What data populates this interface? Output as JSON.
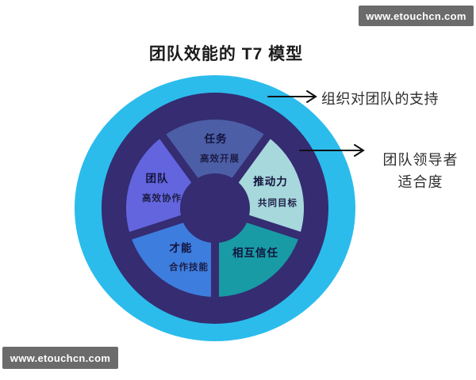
{
  "title": "团队效能的 T7 模型",
  "watermarks": {
    "top_right": "www.etouchcn.com",
    "bottom_left": "www.etouchcn.com"
  },
  "annotations": {
    "outer_ring_support": "组织对团队的支持",
    "leader_fit_line1": "团队领导者",
    "leader_fit_line2": "适合度"
  },
  "model": {
    "outer_ring_color": "#2bbcec",
    "center_color": "#352c72",
    "petals": [
      {
        "name": "task",
        "label": "任务",
        "sublabel": "高效开展",
        "color": "#4c5ea6"
      },
      {
        "name": "drive",
        "label": "推动力",
        "sublabel": "共同目标",
        "color": "#a7d8dc"
      },
      {
        "name": "trust",
        "label": "相互信任",
        "sublabel": "",
        "color": "#189ba5"
      },
      {
        "name": "talent",
        "label": "才能",
        "sublabel": "合作技能",
        "color": "#3d7dde"
      },
      {
        "name": "team",
        "label": "团队",
        "sublabel": "高效协作",
        "color": "#6365de"
      }
    ]
  }
}
